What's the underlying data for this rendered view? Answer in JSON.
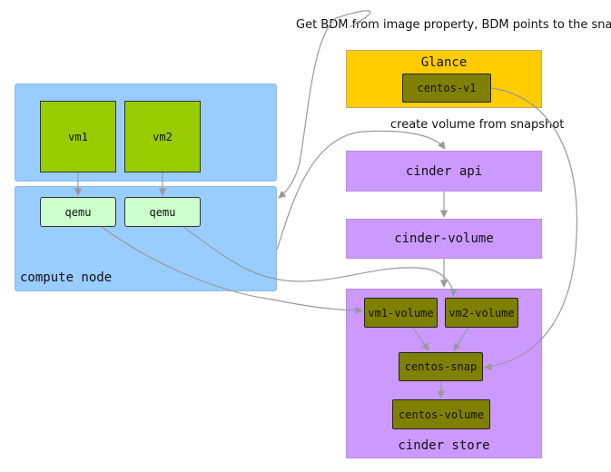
{
  "compute": {
    "vm1": "vm1",
    "vm2": "vm2",
    "qemu1": "qemu",
    "qemu2": "qemu",
    "label": "compute node"
  },
  "glance": {
    "title": "Glance",
    "image": "centos-v1"
  },
  "cinder": {
    "api": "cinder api",
    "volume_service": "cinder-volume",
    "store_label": "cinder store",
    "vm1_volume": "vm1-volume",
    "vm2_volume": "vm2-volume",
    "snap": "centos-snap",
    "centos_volume": "centos-volume"
  },
  "annotations": {
    "bdm": "Get BDM from image property, BDM points to the snap",
    "create_volume": "create volume from snapshot"
  },
  "colors": {
    "compute": "#99ccff",
    "vm": "#99cc00",
    "qemu": "#ccffcc",
    "glance": "#ffcc00",
    "olive": "#808000",
    "cinder": "#cc99ff",
    "arrow": "#999999"
  }
}
